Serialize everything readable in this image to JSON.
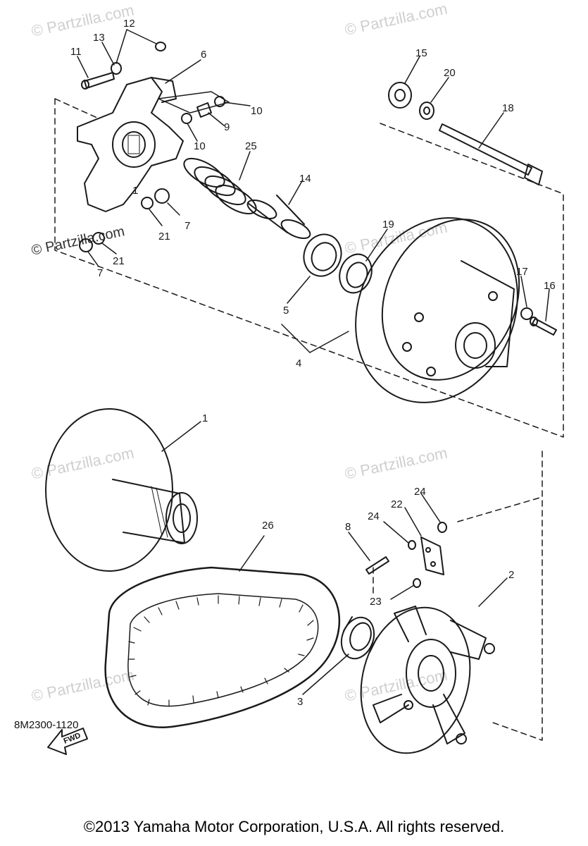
{
  "watermark": "© Partzilla.com",
  "diagram_code": "8M2300-1120",
  "copyright": "©2013 Yamaha Motor Corporation, U.S.A. All rights reserved.",
  "fwd_label": "FWD",
  "callouts": {
    "c1a": "1",
    "c1b": "1",
    "c2": "2",
    "c3": "3",
    "c4": "4",
    "c5": "5",
    "c6": "6",
    "c7a": "7",
    "c7b": "7",
    "c8": "8",
    "c9": "9",
    "c10a": "10",
    "c10b": "10",
    "c11": "11",
    "c12": "12",
    "c13": "13",
    "c14": "14",
    "c15": "15",
    "c16": "16",
    "c17": "17",
    "c18": "18",
    "c19": "19",
    "c20": "20",
    "c21a": "21",
    "c21b": "21",
    "c22": "22",
    "c23": "23",
    "c24a": "24",
    "c24b": "24",
    "c25": "25",
    "c26": "26"
  }
}
